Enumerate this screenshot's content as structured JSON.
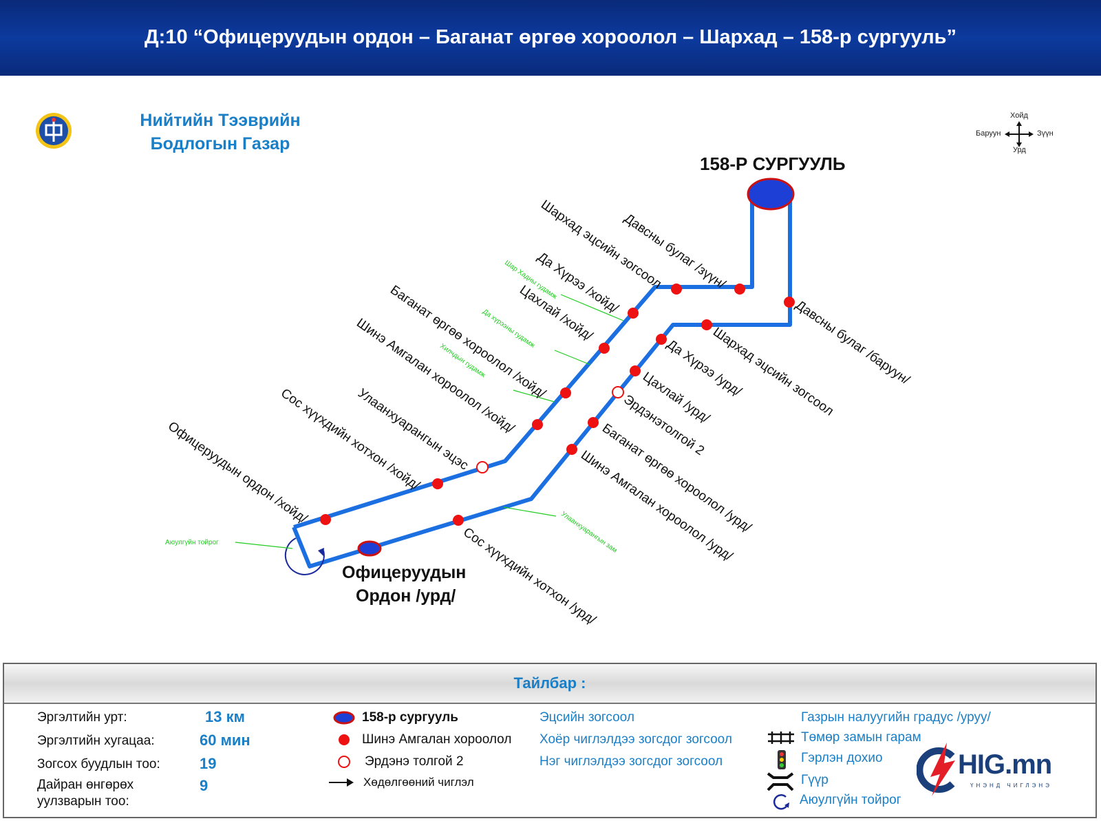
{
  "header": {
    "title": "Д:10 “Офицеруудын ордон – Баганат өргөө хороолол – Шархад – 158-р сургууль”"
  },
  "org": {
    "line1": "Нийтийн Тээврийн",
    "line2": "Бодлогын Газар"
  },
  "compass": {
    "north": "Хойд",
    "south": "Урд",
    "east": "Зүүн",
    "west": "Баруун"
  },
  "map": {
    "terminal_top": "158-Р СУРГУУЛЬ",
    "terminal_bottom_1": "Офицеруудын",
    "terminal_bottom_2": "Ордон /урд/",
    "stops_north_side": [
      "Офицеруудын ордон /хойд/",
      "Сос хүүхдийн хотхон /хойд/",
      "Улаанхуарангын эцэс",
      "Шинэ Амгалан хороолол /хойд/",
      "Баганат өргөө хороолол /хойд/",
      "Цахлай /хойд/",
      "Да Хүрээ /хойд/",
      "Шархад эцсийн зогсоол",
      "Давсны булаг /зүүн/"
    ],
    "stops_south_side": [
      "Давсны булаг /баруун/",
      "Шархад эцсийн зогсоол",
      "Да Хүрээ /урд/",
      "Цахлай /урд/",
      "Эрдэнэтолгой 2",
      "Баганат өргөө хороолол /урд/",
      "Шинэ Амгалан хороолол /урд/",
      "Сос хүүхдийн хотхон /урд/"
    ],
    "streets": [
      "Шар Хадны гудамж",
      "Да хүрээны гудамж",
      "Хилчдын гудамж",
      "Улаанхуарангын зам",
      "Аюулгүйн тойрог"
    ]
  },
  "legend": {
    "title": "Тайлбар :",
    "stats": [
      {
        "label": "Эргэлтийн урт:",
        "value": "13 км"
      },
      {
        "label": "Эргэлтийн хугацаа:",
        "value": "60 мин"
      },
      {
        "label": "Зогсох буудлын тоо:",
        "value": "19"
      },
      {
        "label": "Дайран өнгөрөх",
        "label2": "уулзварын тоо:",
        "value": "9"
      }
    ],
    "symbols": [
      "158-р сургууль",
      "Шинэ Амгалан хороолол",
      "Эрдэнэ толгой 2",
      "Хөдөлгөөний чиглэл"
    ],
    "stop_types": [
      "Эцсийн зогсоол",
      "Хоёр чиглэлдээ зогсдог зогсоол",
      "Нэг чиглэлдээ зогсдог зогсоол"
    ],
    "infra": [
      "Газрын налуугийн градус /уруу/",
      "Төмөр замын гарам",
      "Гэрлэн дохио",
      "Гүүр",
      "Аюулгүйн тойрог"
    ],
    "brand": {
      "main": "HIG.mn",
      "sub": "ҮНЭНД ЧИГЛЭНЭ"
    }
  },
  "colors": {
    "route": "#1b6fe0",
    "stop": "#ee1111",
    "header": "#0c3a9e",
    "accent": "#1a7fc6",
    "street": "#22cc22"
  }
}
